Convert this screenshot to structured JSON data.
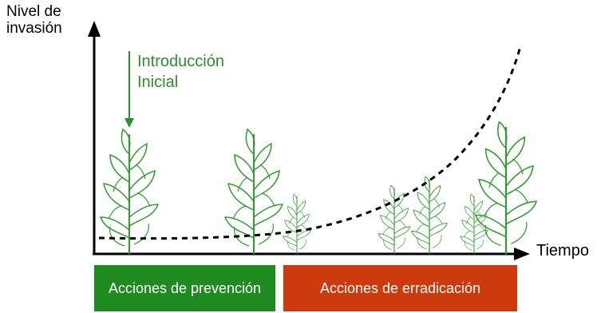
{
  "axes": {
    "y_label_line1": "Nivel de",
    "y_label_line2": "invasión",
    "x_label": "Tiempo"
  },
  "annotation": {
    "line1": "Introducción",
    "line2": "Inicial"
  },
  "phases": {
    "prevention_label": "Acciones de prevención",
    "eradication_label": "Acciones de erradicación"
  },
  "colors": {
    "plant_green": "#2e9e2e",
    "annotation_green": "#2a8f2a",
    "prevention_bg": "#1f8a1f",
    "eradication_bg": "#cc3a0e",
    "axis": "#000000"
  },
  "icons": {
    "plant": "plant-icon",
    "arrow": "down-arrow-icon"
  }
}
